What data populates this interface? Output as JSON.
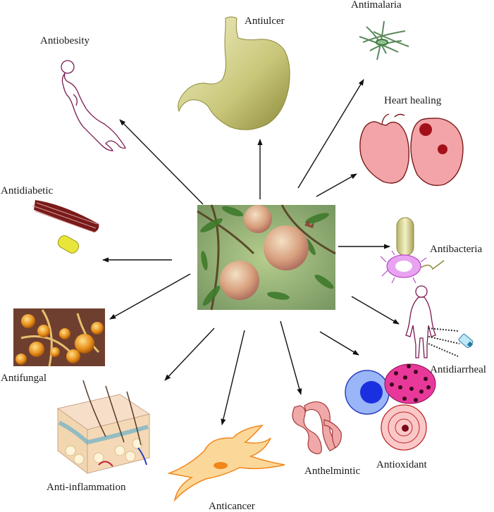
{
  "center": {
    "image_icon": "pomegranate-tree-photo"
  },
  "effects": [
    {
      "id": "antiobesity",
      "label": "Antiobesity",
      "icon": "human-body-outline-icon"
    },
    {
      "id": "antiulcer",
      "label": "Antiulcer",
      "icon": "stomach-icon"
    },
    {
      "id": "antimalaria",
      "label": "Antimalaria",
      "icon": "malaria-parasite-icon"
    },
    {
      "id": "heart",
      "label": "Heart healing",
      "icon": "heart-icon"
    },
    {
      "id": "antidiabetic",
      "label": "Antidiabetic",
      "icon": "muscle-fiber-icon"
    },
    {
      "id": "antibacteria",
      "label": "Antibacteria",
      "icon": "bacteria-icon"
    },
    {
      "id": "antidiarrheal",
      "label": "Antidiarrheal",
      "icon": "human-body-spray-icon"
    },
    {
      "id": "antifungal",
      "label": "Antifungal",
      "icon": "fungal-spores-icon"
    },
    {
      "id": "antiinflammation",
      "label": "Anti-inflammation",
      "icon": "skin-section-icon"
    },
    {
      "id": "anticancer",
      "label": "Anticancer",
      "icon": "cancer-cell-icon"
    },
    {
      "id": "anthelmintic",
      "label": "Anthelmintic",
      "icon": "worm-icon"
    },
    {
      "id": "antioxidant",
      "label": "Antioxidant",
      "icon": "blood-cells-icon"
    }
  ]
}
